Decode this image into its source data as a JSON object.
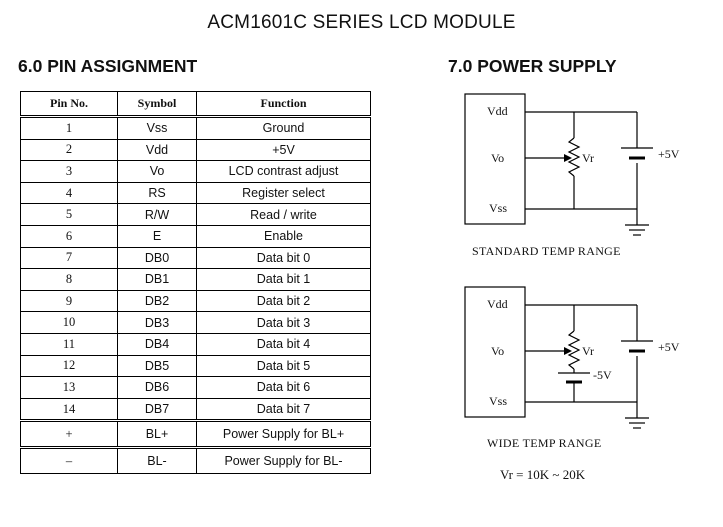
{
  "document": {
    "title": "ACM1601C SERIES LCD MODULE"
  },
  "pin_section": {
    "heading": "6.0  PIN ASSIGNMENT",
    "columns": [
      "Pin No.",
      "Symbol",
      "Function"
    ],
    "rows": [
      {
        "pin": "1",
        "symbol": "Vss",
        "function": "Ground"
      },
      {
        "pin": "2",
        "symbol": "Vdd",
        "function": "+5V"
      },
      {
        "pin": "3",
        "symbol": "Vo",
        "function": "LCD contrast adjust"
      },
      {
        "pin": "4",
        "symbol": "RS",
        "function": "Register select"
      },
      {
        "pin": "5",
        "symbol": "R/W",
        "function": "Read / write"
      },
      {
        "pin": "6",
        "symbol": "E",
        "function": "Enable"
      },
      {
        "pin": "7",
        "symbol": "DB0",
        "function": "Data bit 0"
      },
      {
        "pin": "8",
        "symbol": "DB1",
        "function": "Data bit 1"
      },
      {
        "pin": "9",
        "symbol": "DB2",
        "function": "Data bit 2"
      },
      {
        "pin": "10",
        "symbol": "DB3",
        "function": "Data bit 3"
      },
      {
        "pin": "11",
        "symbol": "DB4",
        "function": "Data bit 4"
      },
      {
        "pin": "12",
        "symbol": "DB5",
        "function": "Data bit 5"
      },
      {
        "pin": "13",
        "symbol": "DB6",
        "function": "Data bit 6"
      },
      {
        "pin": "14",
        "symbol": "DB7",
        "function": "Data bit 7"
      }
    ],
    "backlight_rows": [
      {
        "pin": "+",
        "symbol": "BL+",
        "function": "Power Supply for BL+"
      },
      {
        "pin": "–",
        "symbol": "BL-",
        "function": "Power Supply for BL-"
      }
    ]
  },
  "power_section": {
    "heading": "7.0 POWER SUPPLY",
    "standard": {
      "labels": {
        "vdd": "Vdd",
        "vo": "Vo",
        "vss": "Vss",
        "vr": "Vr",
        "supply": "+5V"
      },
      "caption": "STANDARD TEMP RANGE"
    },
    "wide": {
      "labels": {
        "vdd": "Vdd",
        "vo": "Vo",
        "vss": "Vss",
        "vr": "Vr",
        "supply": "+5V",
        "neg_supply": "-5V"
      },
      "caption": "WIDE TEMP RANGE"
    },
    "vr_note": "Vr = 10K   ~ 20K"
  }
}
